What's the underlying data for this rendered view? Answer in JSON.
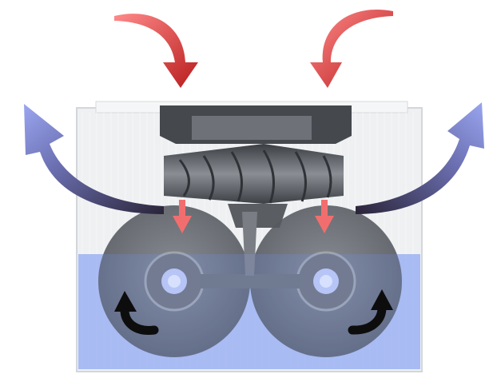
{
  "diagram": {
    "subject": "humidifier-airflow-cutaway",
    "labels": [],
    "colors": {
      "intake_arrow": "#e23a3a",
      "exhaust_arrow": "#6e78c8",
      "water": "#7f9cf0",
      "disc": "#5d6168",
      "housing": "#e9ecef",
      "fan": "#4f5358",
      "rotation_arrow": "#0d0d0d"
    },
    "icons": {
      "intake": "curved-arrow-down",
      "exhaust": "curved-arrow-up",
      "rotation": "curved-arrow"
    }
  }
}
